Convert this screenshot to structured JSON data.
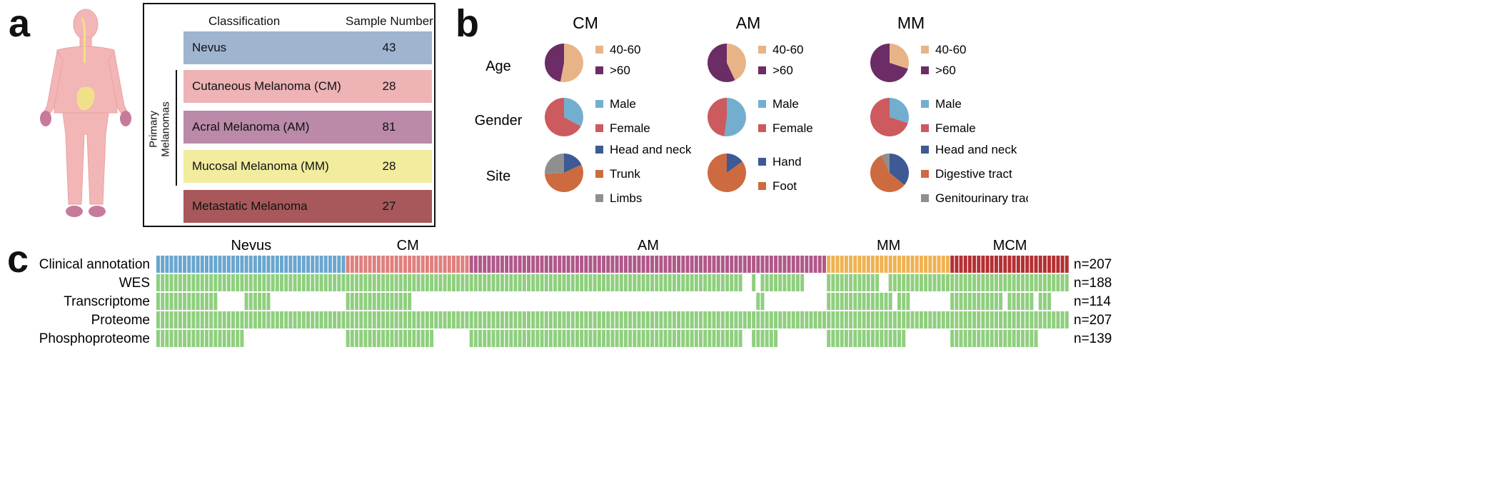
{
  "panels": {
    "a": "a",
    "b": "b",
    "c": "c"
  },
  "table": {
    "header_classification": "Classification",
    "header_sample_number": "Sample Number",
    "group_label_line1": "Primary",
    "group_label_line2": "Melanomas",
    "rows": [
      {
        "label": "Nevus",
        "value": "43",
        "color": "#9fb4cf"
      },
      {
        "label": "Cutaneous Melanoma (CM)",
        "value": "28",
        "color": "#edb3b5"
      },
      {
        "label": "Acral Melanoma (AM)",
        "value": "81",
        "color": "#bb8aa8"
      },
      {
        "label": "Mucosal Melanoma (MM)",
        "value": "28",
        "color": "#f1ec9e"
      },
      {
        "label": "Metastatic Melanoma",
        "value": "27",
        "color": "#a8585a"
      }
    ]
  },
  "chart_data": [
    {
      "type": "pie",
      "group": "CM",
      "rows": [
        {
          "label": "Age",
          "slices": [
            {
              "name": "40-60",
              "value": 0.53,
              "color": "#e8b487"
            },
            {
              "name": ">60",
              "value": 0.47,
              "color": "#6c2c66"
            }
          ]
        },
        {
          "label": "Gender",
          "slices": [
            {
              "name": "Male",
              "value": 0.33,
              "color": "#74aecf"
            },
            {
              "name": "Female",
              "value": 0.67,
              "color": "#cd5a5e"
            }
          ]
        },
        {
          "label": "Site",
          "slices": [
            {
              "name": "Head and neck",
              "value": 0.18,
              "color": "#3d5a94"
            },
            {
              "name": "Trunk",
              "value": 0.56,
              "color": "#cd6a3f"
            },
            {
              "name": "Limbs",
              "value": 0.26,
              "color": "#8f8f8f"
            }
          ]
        }
      ]
    },
    {
      "type": "pie",
      "group": "AM",
      "rows": [
        {
          "label": "Age",
          "slices": [
            {
              "name": "40-60",
              "value": 0.43,
              "color": "#e8b487"
            },
            {
              "name": ">60",
              "value": 0.57,
              "color": "#6c2c66"
            }
          ]
        },
        {
          "label": "Gender",
          "slices": [
            {
              "name": "Male",
              "value": 0.52,
              "color": "#74aecf"
            },
            {
              "name": "Female",
              "value": 0.48,
              "color": "#cd5a5e"
            }
          ]
        },
        {
          "label": "Site",
          "slices": [
            {
              "name": "Hand",
              "value": 0.15,
              "color": "#3d5a94"
            },
            {
              "name": "Foot",
              "value": 0.85,
              "color": "#cd6a3f"
            }
          ]
        }
      ]
    },
    {
      "type": "pie",
      "group": "MM",
      "rows": [
        {
          "label": "Age",
          "slices": [
            {
              "name": "40-60",
              "value": 0.3,
              "color": "#e8b487"
            },
            {
              "name": ">60",
              "value": 0.7,
              "color": "#6c2c66"
            }
          ]
        },
        {
          "label": "Gender",
          "slices": [
            {
              "name": "Male",
              "value": 0.3,
              "color": "#74aecf"
            },
            {
              "name": "Female",
              "value": 0.7,
              "color": "#cd5a5e"
            }
          ]
        },
        {
          "label": "Site",
          "slices": [
            {
              "name": "Head and neck",
              "value": 0.36,
              "color": "#3d5a94"
            },
            {
              "name": "Digestive tract",
              "value": 0.57,
              "color": "#cd6a3f"
            },
            {
              "name": "Genitourinary tract",
              "value": 0.07,
              "color": "#8f8f8f"
            }
          ]
        }
      ]
    },
    {
      "type": "heatmap",
      "groups": [
        {
          "name": "Nevus",
          "count": 43,
          "color": "#6aa6cf"
        },
        {
          "name": "CM",
          "count": 28,
          "color": "#e07f7f"
        },
        {
          "name": "AM",
          "count": 81,
          "color": "#b0588a"
        },
        {
          "name": "MM",
          "count": 28,
          "color": "#efb252"
        },
        {
          "name": "MCM",
          "count": 27,
          "color": "#b52f33"
        }
      ],
      "rows": [
        {
          "label": "Clinical annotation",
          "n": "n=207",
          "kind": "clinical",
          "present": []
        },
        {
          "label": "WES",
          "n": "n=188",
          "kind": "data",
          "present": [
            [
              0,
              42
            ],
            [
              43,
              70
            ],
            [
              71,
              132
            ],
            [
              135,
              135
            ],
            [
              137,
              146
            ],
            [
              152,
              163
            ],
            [
              166,
              179
            ],
            [
              180,
              206
            ]
          ]
        },
        {
          "label": "Transcriptome",
          "n": "n=114",
          "kind": "data",
          "present": [
            [
              0,
              13
            ],
            [
              20,
              25
            ],
            [
              43,
              57
            ],
            [
              136,
              137
            ],
            [
              152,
              166
            ],
            [
              168,
              170
            ],
            [
              180,
              191
            ],
            [
              193,
              198
            ],
            [
              200,
              202
            ]
          ]
        },
        {
          "label": "Proteome",
          "n": "n=207",
          "kind": "data",
          "present": [
            [
              0,
              206
            ]
          ]
        },
        {
          "label": "Phosphoproteome",
          "n": "n=139",
          "kind": "data",
          "present": [
            [
              0,
              19
            ],
            [
              43,
              62
            ],
            [
              71,
              132
            ],
            [
              135,
              140
            ],
            [
              152,
              169
            ],
            [
              180,
              199
            ]
          ]
        }
      ],
      "present_color": "#8fcf7e"
    }
  ]
}
